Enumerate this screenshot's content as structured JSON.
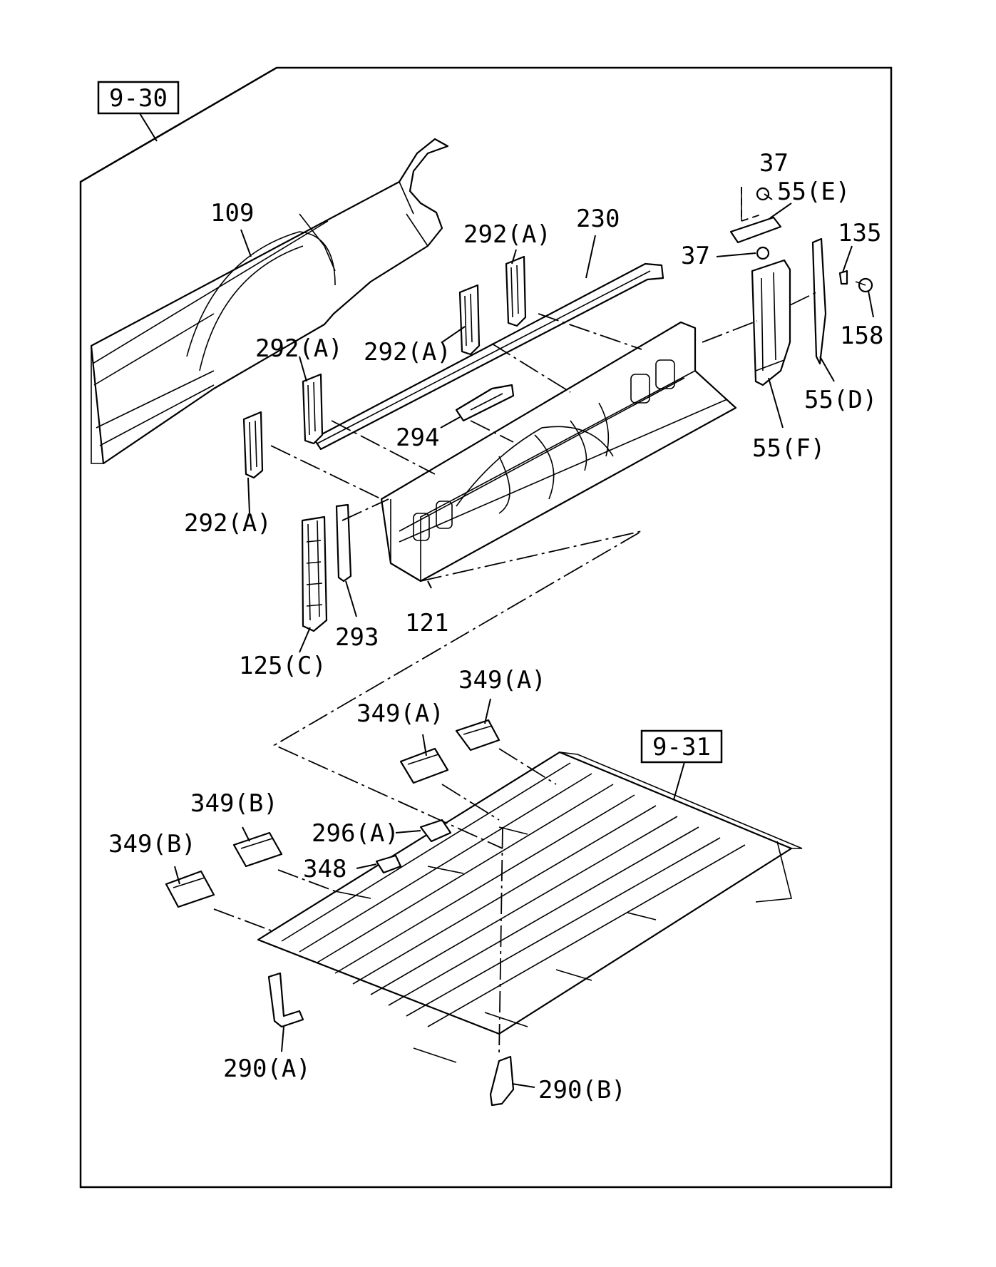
{
  "reference_boxes": [
    {
      "id": "ref-9-30",
      "text": "9-30"
    },
    {
      "id": "ref-9-31",
      "text": "9-31"
    }
  ],
  "callouts": {
    "c109": "109",
    "c230": "230",
    "c292a_1": "292(A)",
    "c292a_2": "292(A)",
    "c292a_3": "292(A)",
    "c292a_4": "292(A)",
    "c294": "294",
    "c121": "121",
    "c293": "293",
    "c125c": "125(C)",
    "c37_1": "37",
    "c37_2": "37",
    "c55e": "55(E)",
    "c135": "135",
    "c158": "158",
    "c55d": "55(D)",
    "c55f": "55(F)",
    "c349a_1": "349(A)",
    "c349a_2": "349(A)",
    "c349b_1": "349(B)",
    "c349b_2": "349(B)",
    "c296a": "296(A)",
    "c348": "348",
    "c290a": "290(A)",
    "c290b": "290(B)"
  }
}
